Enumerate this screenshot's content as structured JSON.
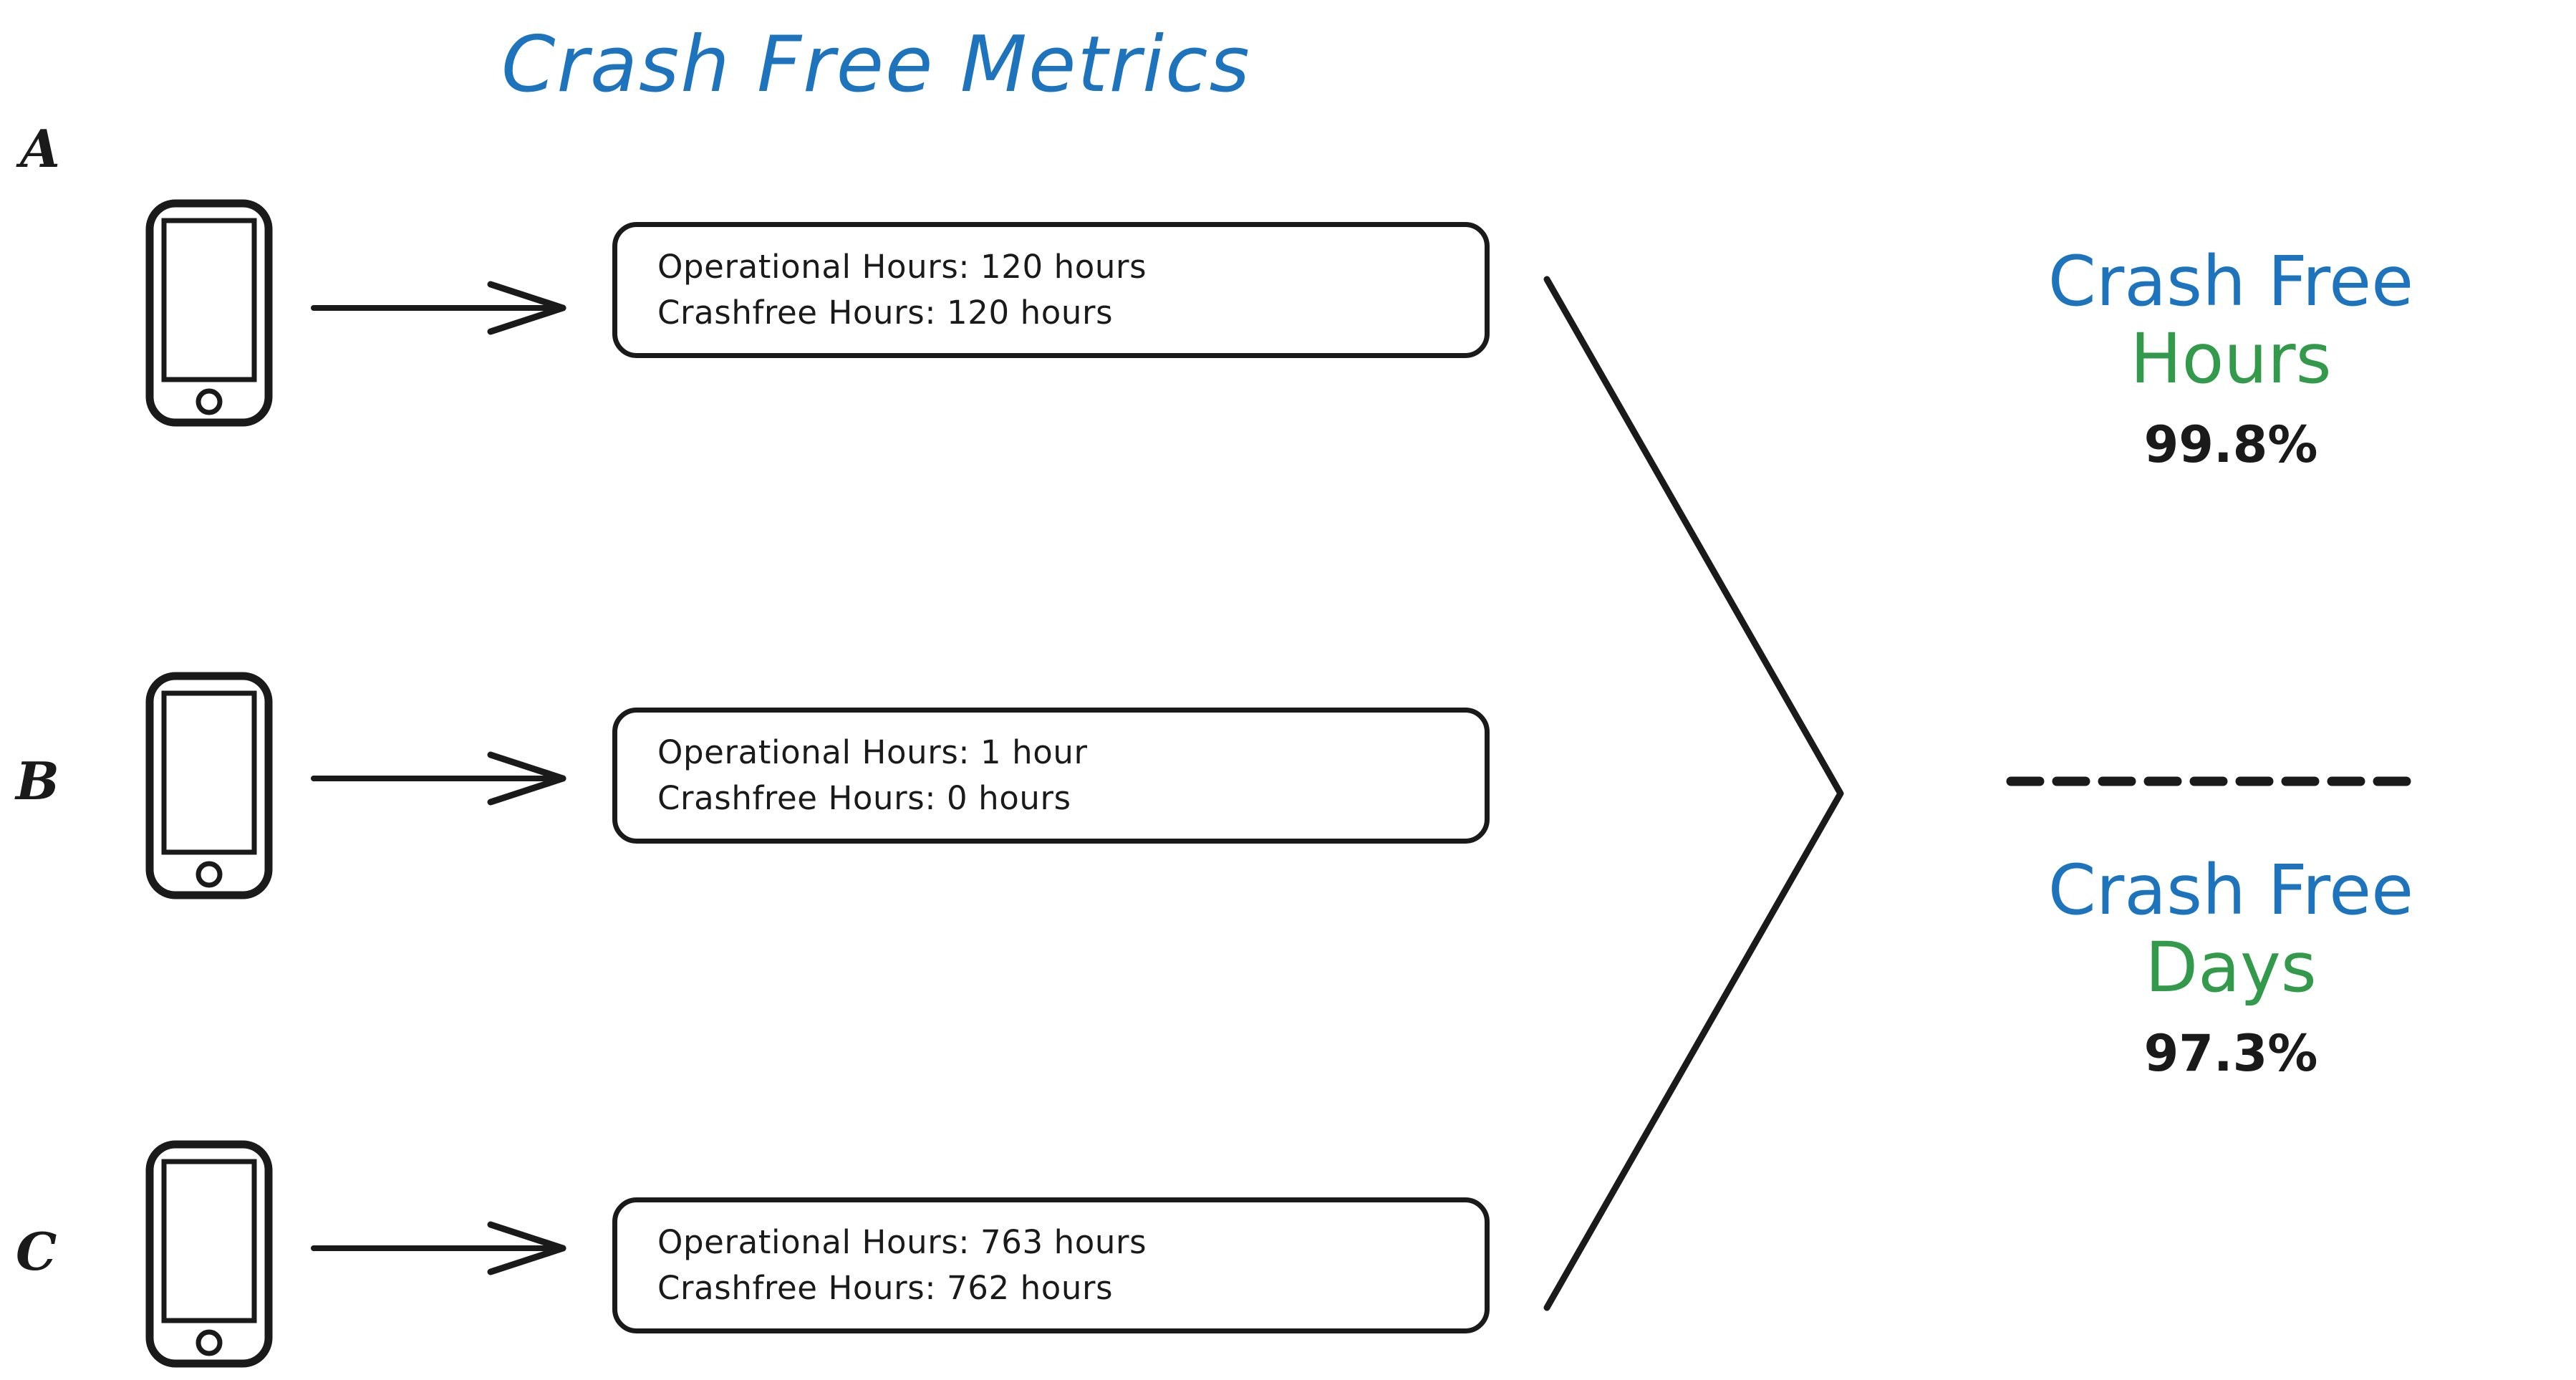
{
  "title": "Crash Free Metrics",
  "colors": {
    "blue": "#1d74bd",
    "green": "#339a4c",
    "ink": "#1a1a1a",
    "background": "#ffffff"
  },
  "rows": [
    {
      "letter": "A",
      "device_icon": "phone-icon",
      "arrow_icon": "arrow-right-icon",
      "lines": [
        "Operational Hours: 120 hours",
        "Crashfree Hours: 120 hours"
      ]
    },
    {
      "letter": "B",
      "device_icon": "phone-icon",
      "arrow_icon": "arrow-right-icon",
      "lines": [
        "Operational Hours: 1 hour",
        "Crashfree Hours: 0 hours"
      ]
    },
    {
      "letter": "C",
      "device_icon": "phone-icon",
      "arrow_icon": "arrow-right-icon",
      "lines": [
        "Operational Hours: 763 hours",
        "Crashfree Hours: 762 hours"
      ]
    }
  ],
  "metrics": [
    {
      "title": "Crash Free",
      "unit": "Hours",
      "value": "99.8%"
    },
    {
      "title": "Crash Free",
      "unit": "Days",
      "value": "97.3%"
    }
  ],
  "divider_icon": "dashed-divider"
}
